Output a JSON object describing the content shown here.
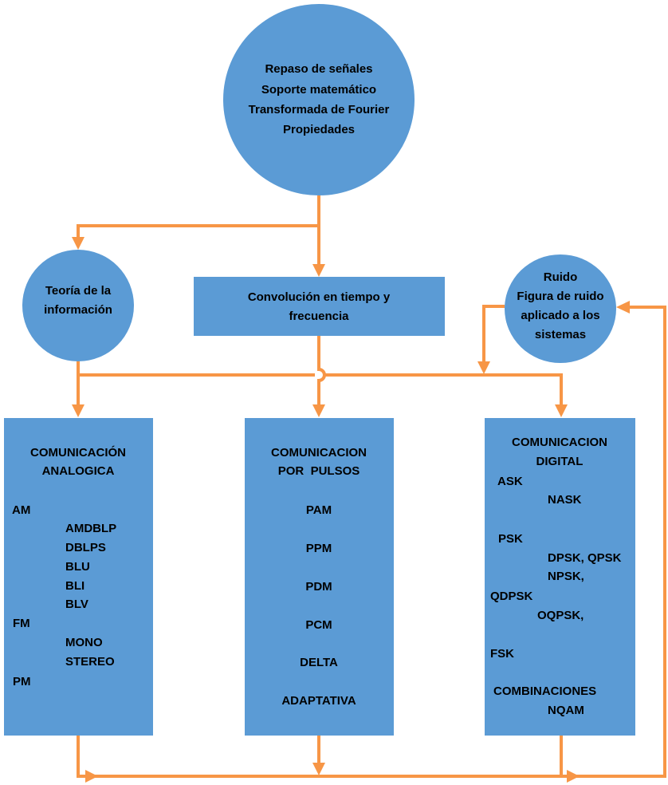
{
  "colors": {
    "node_fill": "#5B9BD5",
    "connector": "#F79646",
    "text": "#000000"
  },
  "top_circle": {
    "lines": [
      "Repaso de señales",
      "Soporte matemático",
      "Transformada de Fourier",
      "Propiedades"
    ]
  },
  "teoria_circle": {
    "lines": [
      "Teoría de la",
      "información"
    ]
  },
  "convolucion_box": {
    "lines": [
      "Convolución en tiempo y",
      "frecuencia"
    ]
  },
  "ruido_circle": {
    "lines": [
      "Ruido",
      "Figura de ruido",
      "aplicado a los",
      "sistemas"
    ]
  },
  "analog_box": {
    "title": [
      "COMUNICACIÓN",
      "ANALOGICA"
    ],
    "items": [
      {
        "text": "AM",
        "level": "main"
      },
      {
        "text": "AMDBLP",
        "level": "sub"
      },
      {
        "text": "DBLPS",
        "level": "sub"
      },
      {
        "text": "BLU",
        "level": "sub"
      },
      {
        "text": "BLI",
        "level": "sub"
      },
      {
        "text": "BLV",
        "level": "sub"
      },
      {
        "text": "FM",
        "level": "main"
      },
      {
        "text": "MONO",
        "level": "sub"
      },
      {
        "text": "STEREO",
        "level": "sub"
      },
      {
        "text": "PM",
        "level": "main"
      }
    ]
  },
  "pulse_box": {
    "title": [
      "COMUNICACION",
      "POR  PULSOS"
    ],
    "items": [
      "PAM",
      "PPM",
      "PDM",
      "PCM",
      "DELTA",
      "ADAPTATIVA"
    ]
  },
  "digital_box": {
    "title": [
      "COMUNICACION",
      "DIGITAL"
    ],
    "items": [
      {
        "text": "ASK",
        "level": "main"
      },
      {
        "text": "NASK",
        "level": "sub"
      },
      {
        "text": "PSK",
        "level": "main"
      },
      {
        "text": "DPSK, QPSK",
        "level": "sub"
      },
      {
        "text": "NPSK,",
        "level": "sub"
      },
      {
        "text": "QDPSK",
        "level": "main"
      },
      {
        "text": "OQPSK,",
        "level": "sub"
      },
      {
        "text": "FSK",
        "level": "main"
      },
      {
        "text": "COMBINACIONES",
        "level": "main"
      },
      {
        "text": "NQAM",
        "level": "sub"
      }
    ]
  }
}
